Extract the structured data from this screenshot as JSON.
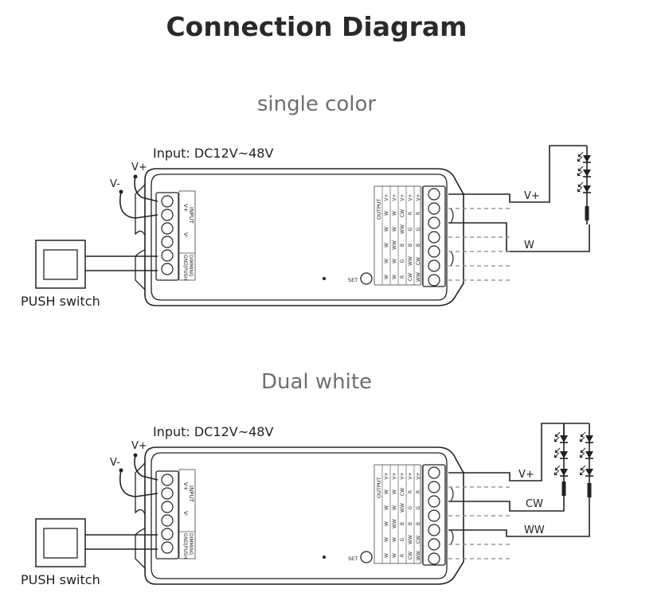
{
  "title": "Connection Diagram",
  "sections": [
    {
      "heading": "single color",
      "input_label": "Input: DC12V~48V",
      "vplus": "V+",
      "vminus": "V-",
      "switch_label": "PUSH switch",
      "output_labels": [
        "V+",
        "W"
      ]
    },
    {
      "heading": "Dual white",
      "input_label": "Input: DC12V~48V",
      "vplus": "V+",
      "vminus": "V-",
      "switch_label": "PUSH switch",
      "output_labels": [
        "V+",
        "CW",
        "WW"
      ]
    }
  ],
  "controller": {
    "input_header": "INPUT",
    "input_rows": [
      "V+",
      "V-"
    ],
    "dimming_header": "DIMMING",
    "dimming_rows": [
      "GND",
      "PUSH"
    ],
    "output_header": "OUTPUT",
    "output_columns": [
      [
        "V+",
        "W",
        "W",
        "W",
        "W",
        "W"
      ],
      [
        "V+",
        "W",
        "W",
        "WW",
        "W",
        "W"
      ],
      [
        "V+",
        "CW",
        "WW",
        "B",
        "G",
        "R"
      ],
      [
        "V+",
        "R",
        "G",
        "B",
        "WW",
        "CW"
      ],
      [
        "V+",
        "R",
        "G",
        "B",
        "CW",
        "WW"
      ]
    ],
    "set_label": "SET"
  }
}
